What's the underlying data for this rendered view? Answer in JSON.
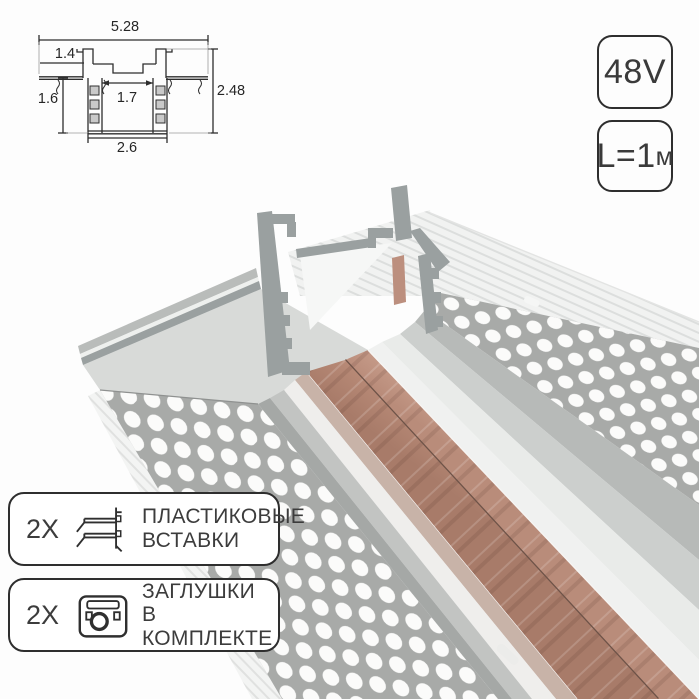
{
  "page": {
    "background": "#fdfdfd"
  },
  "drawing": {
    "name": "profile-cross-section",
    "width_top": "5.28",
    "flange_height": "1.4",
    "recess_depth": "1.6",
    "inner_width": "1.7",
    "total_height": "2.48",
    "bottom_width": "2.6"
  },
  "badges": [
    {
      "label": "48V"
    },
    {
      "label": "L=1",
      "unit": "м"
    }
  ],
  "callouts": [
    {
      "qty": "2X",
      "icon": "plastic-inserts-icon",
      "line1": "ПЛАСТИКОВЫЕ",
      "line2": "ВСТАВКИ"
    },
    {
      "qty": "2X",
      "icon": "end-caps-icon",
      "line1": "ЗАГЛУШКИ",
      "line2": "В КОМПЛЕКТЕ"
    }
  ],
  "render": {
    "name": "recessed-magnetic-track-3d",
    "colors": {
      "copper": "#b2836f",
      "copper_light": "#c79a87",
      "flange_gray": "#a8aaa8",
      "cut_gray": "#9aa0a0",
      "seam_dark": "#6e5348",
      "white": "#f2f3f2"
    }
  }
}
